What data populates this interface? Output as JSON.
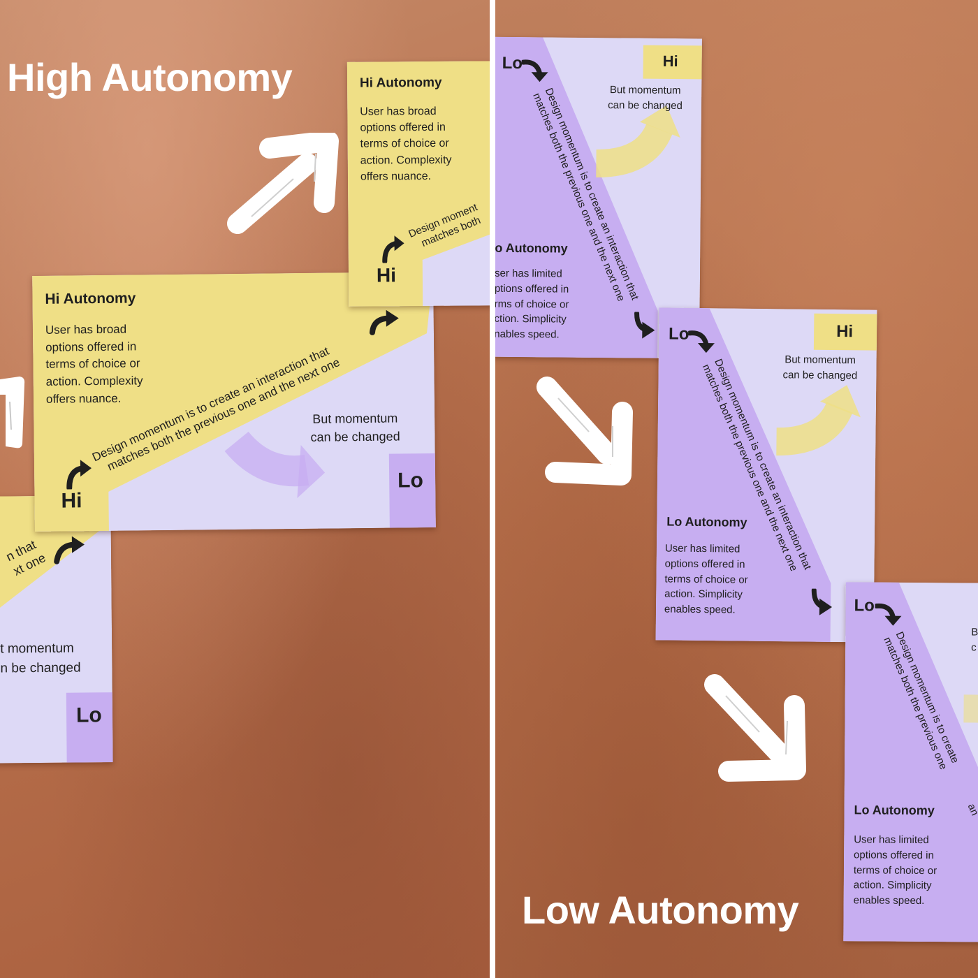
{
  "headlines": {
    "high": "High Autonomy",
    "low": "Low Autonomy"
  },
  "cards": {
    "hi_title": "Hi Autonomy",
    "hi_body": [
      "User has broad",
      "options offered in",
      "terms of choice or",
      "action. Complexity",
      "offers nuance."
    ],
    "lo_title": "Lo Autonomy",
    "lo_body": [
      "User has limited",
      "options offered in",
      "terms of choice or",
      "action. Simplicity",
      "enables speed."
    ],
    "diagonal": [
      "Design momentum is to create an interaction that",
      "matches both the previous one and the next one"
    ],
    "momentum": [
      "But momentum",
      "can be changed"
    ],
    "hi_mark": "Hi",
    "lo_mark": "Lo"
  },
  "partial_text": {
    "left_card_diag": [
      "n that",
      "xt one"
    ],
    "left_card_momentum": [
      "t momentum",
      "n be changed"
    ],
    "top_card_diag": [
      "Design moment",
      "matches both"
    ],
    "rc1_lo_title": "o Autonomy",
    "rc1_lo_body": [
      "ser has limited",
      "ptions offered in",
      "rms of choice or",
      "ction. Simplicity",
      "nables speed."
    ],
    "rc3_diag": [
      "Design momentum is to create",
      "matches both the previous one"
    ],
    "rc3_diag_tail": "an",
    "rc3_momentum": [
      "B",
      "c"
    ]
  },
  "colors": {
    "card_yellow": "#efdf86",
    "card_lavender": "#ddd9f6",
    "card_purple": "#c7aef1",
    "wood": "#b8714d",
    "white": "#ffffff",
    "ink": "#1f1f1f"
  },
  "icons": [
    "curved-arrow-icon",
    "white-arrow-icon",
    "momentum-arrow-icon"
  ]
}
